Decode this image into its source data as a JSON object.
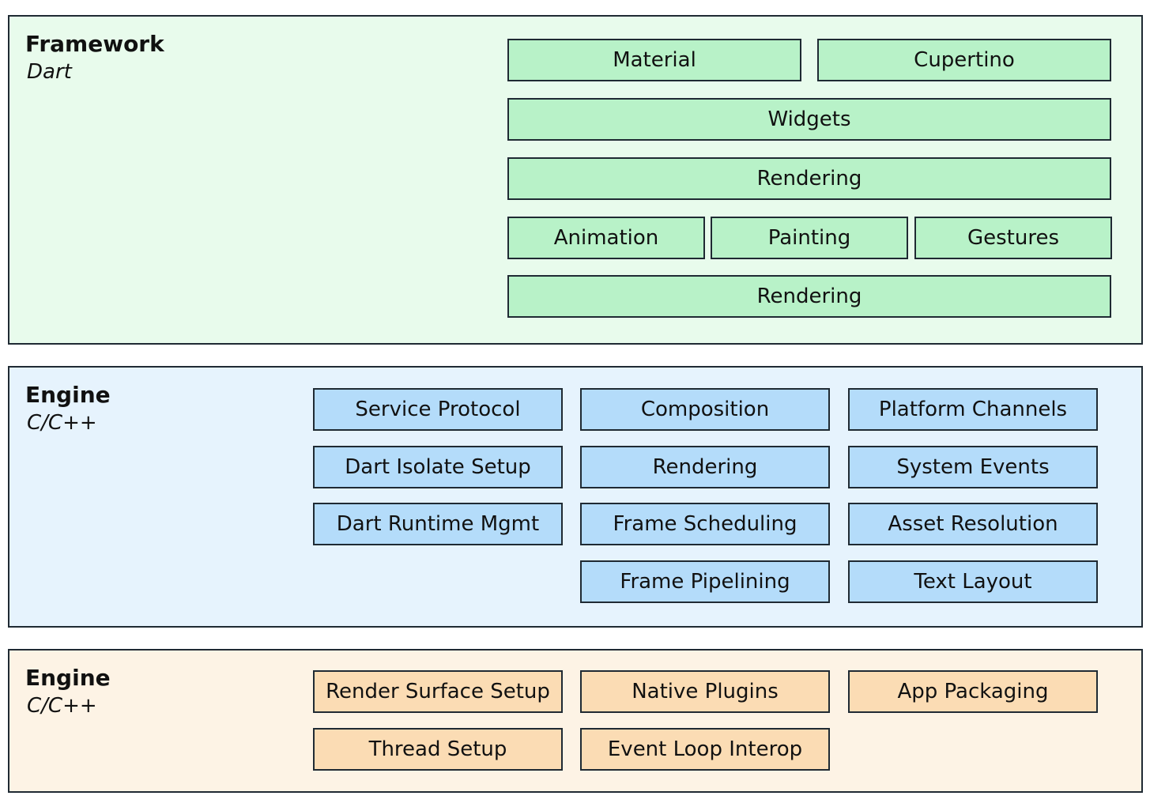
{
  "colors": {
    "framework_bg": "#e8fbec",
    "framework_box": "#b8f2c8",
    "engine_bg": "#e6f3fd",
    "engine_box": "#b4dcfa",
    "embedder_bg": "#fdf3e5",
    "embedder_box": "#fbdcb4",
    "border": "#1f2a33"
  },
  "layers": [
    {
      "key": "framework",
      "title": "Framework",
      "subtitle": "Dart",
      "boxes": [
        "Material",
        "Cupertino",
        "Widgets",
        "Rendering",
        "Animation",
        "Painting",
        "Gestures",
        "Rendering"
      ]
    },
    {
      "key": "engine",
      "title": "Engine",
      "subtitle": "C/C++",
      "boxes": [
        "Service Protocol",
        "Composition",
        "Platform Channels",
        "Dart Isolate Setup",
        "Rendering",
        "System Events",
        "Dart Runtime Mgmt",
        "Frame Scheduling",
        "Asset Resolution",
        "Frame Pipelining",
        "Text Layout"
      ]
    },
    {
      "key": "embedder",
      "title": "Engine",
      "subtitle": "C/C++",
      "boxes": [
        "Render Surface Setup",
        "Native Plugins",
        "App Packaging",
        "Thread Setup",
        "Event Loop Interop"
      ]
    }
  ]
}
